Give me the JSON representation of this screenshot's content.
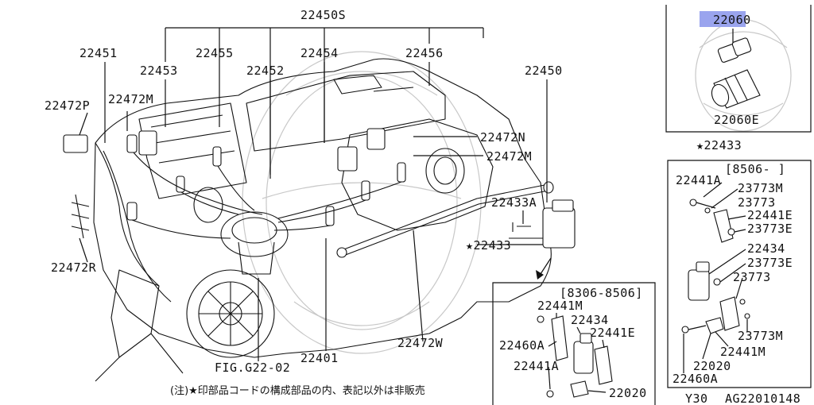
{
  "diagram": {
    "main_labels": {
      "p22450S": "22450S",
      "p22451": "22451",
      "p22455": "22455",
      "p22454": "22454",
      "p22456": "22456",
      "p22453": "22453",
      "p22452": "22452",
      "p22450": "22450",
      "p22472P": "22472P",
      "p22472M_left": "22472M",
      "p22472N": "22472N",
      "p22472M_right": "22472M",
      "p22433A": "22433A",
      "p22433_star": "★22433",
      "p22472R": "22472R",
      "p22472W": "22472W",
      "p22401": "22401",
      "fig_ref": "FIG.G22-02"
    },
    "footnote": "(注)★印部品コードの構成部品の内、表記以外は非販売",
    "top_right_panel": {
      "highlight_part": "22060",
      "part_2": "22060E"
    },
    "right_panel": {
      "title": "★22433",
      "date_range": "[8506-   ]",
      "labels": {
        "a": "22441A",
        "b": "23773M",
        "c": "23773",
        "d": "22441E",
        "e": "23773E",
        "f": "22434",
        "g": "23773E",
        "h": "23773",
        "i": "23773M",
        "j": "22441M",
        "k": "22020",
        "l": "22460A"
      }
    },
    "bottom_panel": {
      "date_range": "[8306-8506]",
      "labels": {
        "a": "22441M",
        "b": "22434",
        "c": "22441E",
        "d": "22460A",
        "e": "22441A",
        "f": "22020"
      }
    },
    "model_code": "Y30",
    "drawing_code": "AG22010148"
  }
}
